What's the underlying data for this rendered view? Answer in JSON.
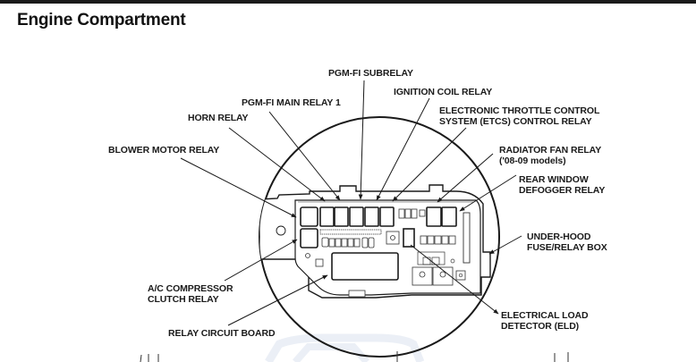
{
  "header": {
    "title": "Engine Compartment"
  },
  "labels": {
    "pgm_fi_subrelay": "PGM-FI SUBRELAY",
    "ignition_coil_relay": "IGNITION COIL RELAY",
    "pgm_fi_main_relay_1": "PGM-FI MAIN RELAY 1",
    "etcs_line1": "ELECTRONIC THROTTLE CONTROL",
    "etcs_line2": "SYSTEM (ETCS) CONTROL RELAY",
    "horn_relay": "HORN RELAY",
    "blower_motor_relay": "BLOWER MOTOR RELAY",
    "radiator_fan_line1": "RADIATOR FAN RELAY",
    "radiator_fan_line2": "('08-09 models)",
    "rear_window_line1": "REAR WINDOW",
    "rear_window_line2": "DEFOGGER RELAY",
    "under_hood_line1": "UNDER-HOOD",
    "under_hood_line2": "FUSE/RELAY BOX",
    "ac_compressor_line1": "A/C COMPRESSOR",
    "ac_compressor_line2": "CLUTCH RELAY",
    "relay_circuit_board": "RELAY CIRCUIT BOARD",
    "eld_line1": "ELECTRICAL LOAD",
    "eld_line2": "DETECTOR (ELD)"
  },
  "colors": {
    "ink": "#1a1a1a",
    "background": "#ffffff",
    "watermark": "#dce3ef"
  }
}
